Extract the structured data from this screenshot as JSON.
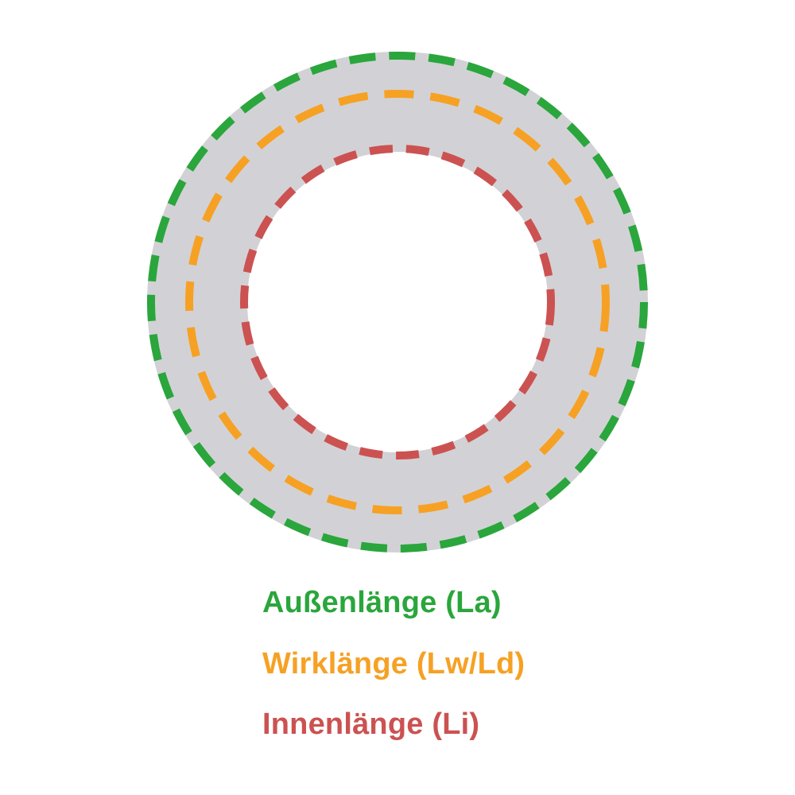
{
  "diagram": {
    "name": "v-belt-length-diagram",
    "colors": {
      "belt": "#d2d2d6",
      "outer": "#2aa63c",
      "effective": "#f6a124",
      "inner": "#cb5251",
      "background": "#ffffff"
    },
    "labels": [
      {
        "id": "outer-length",
        "text": "Außenlänge (La)",
        "color_path": "outer"
      },
      {
        "id": "effective-length",
        "text": "Wirklänge (Lw/Ld)",
        "color_path": "effective"
      },
      {
        "id": "inner-length",
        "text": "Innenlänge (Li)",
        "color_path": "inner"
      }
    ]
  }
}
